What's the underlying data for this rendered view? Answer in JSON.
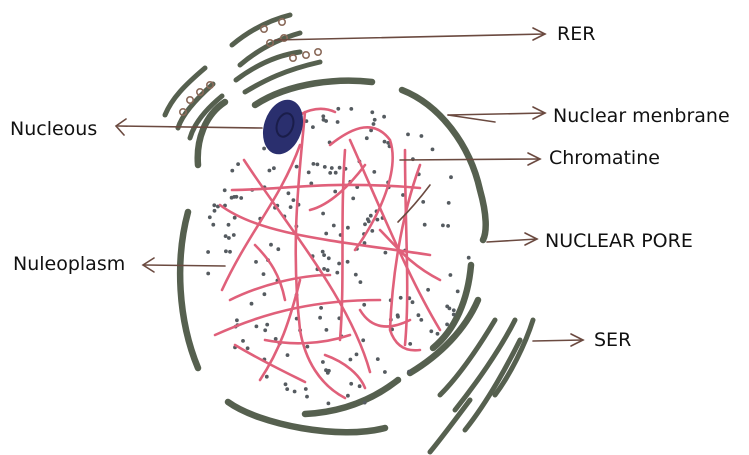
{
  "labels": {
    "rer": "RER",
    "nuclear_membrane": "Nuclear menbrane",
    "chromatine": "Chromatine",
    "nuclear_pore": "NUCLEAR PORE",
    "ser": "SER",
    "nucleous": "Nucleous",
    "nucleoplasm": "Nuleoplasm"
  },
  "colors": {
    "membrane": "#56604f",
    "chromatin": "#e0607a",
    "nucleolus": "#2a2f6e",
    "pointer": "#6b4a40",
    "ribosome": "#8a6a5a",
    "dots": "#555b60"
  }
}
